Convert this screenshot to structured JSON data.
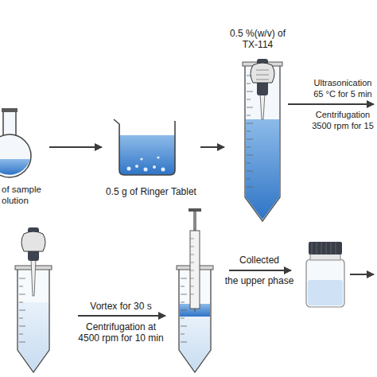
{
  "diagram": {
    "nodes": [
      {
        "text": [
          "of sample olution"
        ]
      },
      {
        "text": [
          "0.5 g of Ringer Tablet"
        ]
      },
      {
        "text": [
          "0.5 %(w/v) of TX-114"
        ]
      }
    ],
    "edges": [
      {
        "from": 0,
        "to": 1,
        "arrow": "to"
      },
      {
        "from": 1,
        "to": 2,
        "arrow": "to"
      }
    ],
    "labels": [
      "Ultrasonication 65 °C for 5 min",
      "Centrifugation 3500 rpm for 15",
      "Vortex for 30 s",
      "Centrifugation at 4500 rpm for 10 min",
      "Collected",
      "the upper phase"
    ]
  }
}
